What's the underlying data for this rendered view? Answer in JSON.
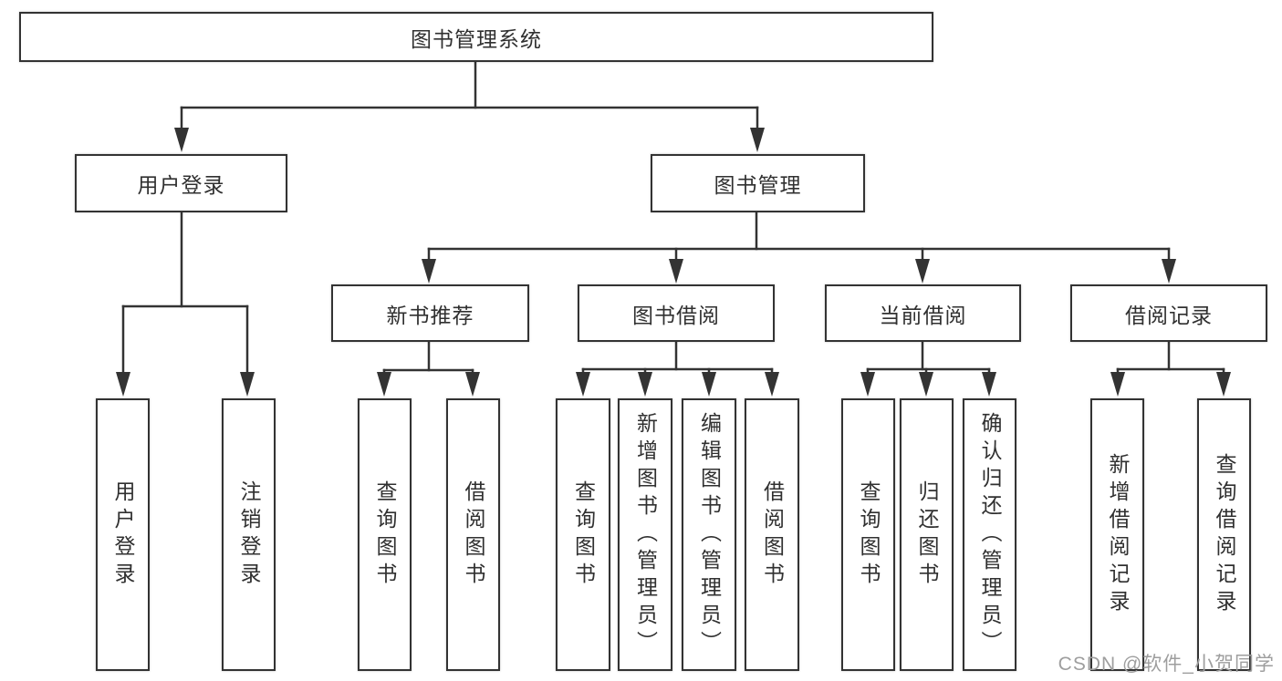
{
  "tree": {
    "root": {
      "label": "图书管理系统"
    },
    "branches": [
      {
        "label": "用户登录",
        "children": [
          {
            "label": "用户登录"
          },
          {
            "label": "注销登录"
          }
        ]
      },
      {
        "label": "图书管理",
        "children": [
          {
            "label": "新书推荐",
            "children": [
              {
                "label": "查询图书"
              },
              {
                "label": "借阅图书"
              }
            ]
          },
          {
            "label": "图书借阅",
            "children": [
              {
                "label": "查询图书"
              },
              {
                "label": "新增图书（管理员）"
              },
              {
                "label": "编辑图书（管理员）"
              },
              {
                "label": "借阅图书"
              }
            ]
          },
          {
            "label": "当前借阅",
            "children": [
              {
                "label": "查询图书"
              },
              {
                "label": "归还图书"
              },
              {
                "label": "确认归还（管理员）"
              }
            ]
          },
          {
            "label": "借阅记录",
            "children": [
              {
                "label": "新增借阅记录"
              },
              {
                "label": "查询借阅记录"
              }
            ]
          }
        ]
      }
    ]
  },
  "watermark": {
    "text": "CSDN @软件_小贺同学"
  },
  "colors": {
    "line": "#333333",
    "box_border": "#333333",
    "box_background": "#ffffff",
    "text": "#303030",
    "watermark": "#9e9e9e"
  }
}
